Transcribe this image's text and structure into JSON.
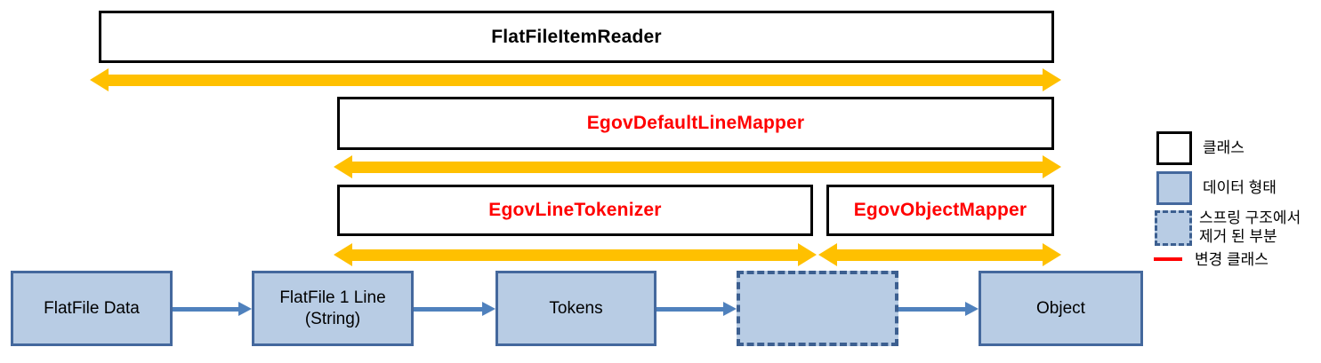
{
  "diagram": {
    "reader_label": "FlatFileItemReader",
    "line_mapper_label": "EgovDefaultLineMapper",
    "tokenizer_label": "EgovLineTokenizer",
    "object_mapper_label": "EgovObjectMapper",
    "flow_boxes": [
      {
        "label": "FlatFile Data"
      },
      {
        "label": "FlatFile 1 Line\n(String)"
      },
      {
        "label": "Tokens"
      },
      {
        "label": ""
      },
      {
        "label": "Object"
      }
    ]
  },
  "legend": {
    "class_label": "클래스",
    "data_label": "데이터 형태",
    "removed_label": "스프링 구조에서\n제거 된 부분",
    "changed_label": "변경 클래스"
  },
  "colors": {
    "class_border": "#000000",
    "changed_class_text": "#ff0000",
    "span_arrow_orange": "#FFC000",
    "data_box_fill": "#B8CCE4",
    "data_box_border": "#44689D",
    "flow_arrow_blue": "#4F81BD",
    "changed_line_red": "#ff0000"
  }
}
